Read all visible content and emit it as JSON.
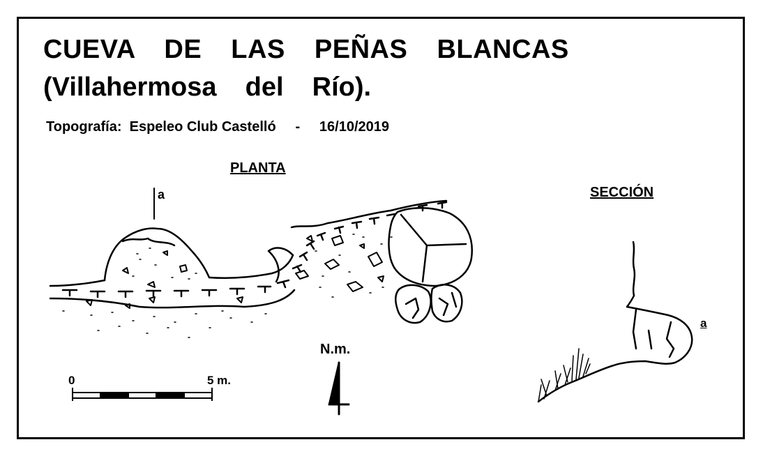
{
  "title": {
    "line1": "CUEVA  DE  LAS  PEÑAS  BLANCAS",
    "line2": "(Villahermosa  del  Río)."
  },
  "credit": "Topografía:  Espeleo Club Castelló     -     16/10/2019",
  "plan": {
    "heading": "PLANTA",
    "section_marker": "a"
  },
  "section": {
    "heading": "SECCIÓN",
    "marker": "a"
  },
  "north": {
    "label": "N.m."
  },
  "scale": {
    "start_label": "0",
    "end_label": "5 m."
  }
}
